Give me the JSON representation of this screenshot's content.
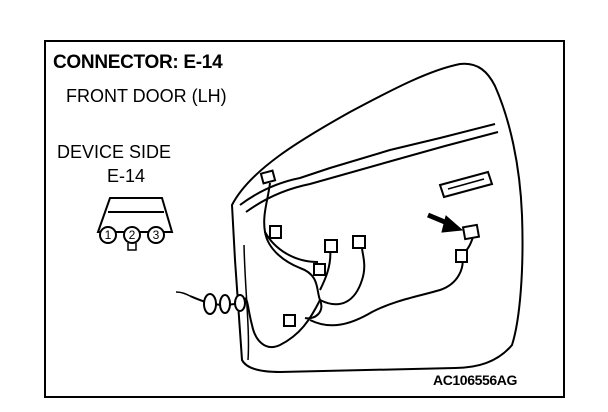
{
  "title": "CONNECTOR: E-14",
  "location": "FRONT DOOR (LH)",
  "side": "DEVICE SIDE",
  "connector_code": "E-14",
  "pins": [
    "1",
    "2",
    "3"
  ],
  "reference_code": "AC106556AG"
}
